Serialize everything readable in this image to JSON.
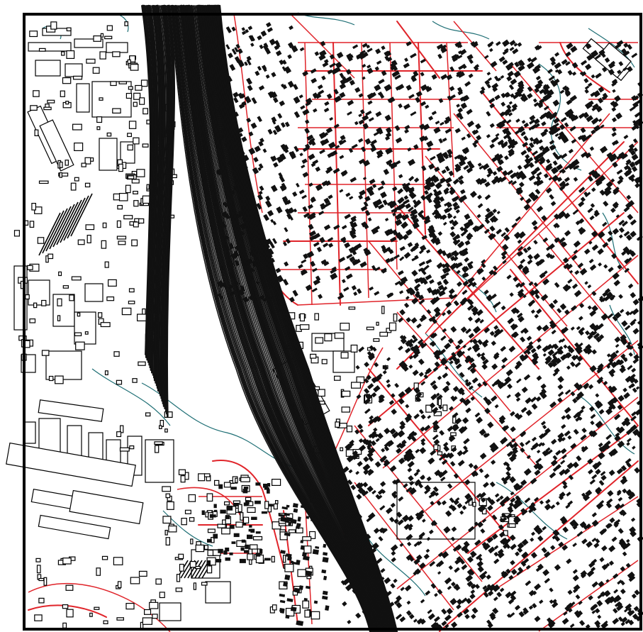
{
  "map": {
    "type": "cadastral-map",
    "colors": {
      "background": "#ffffff",
      "frame": "#000000",
      "streets": "#e0242a",
      "contours": "#1f6f75",
      "buildings": "#000000",
      "railway": "#111111"
    },
    "layers": [
      "frame",
      "contours",
      "streets",
      "industrial-buildings",
      "residential-buildings",
      "railway-yard"
    ]
  }
}
